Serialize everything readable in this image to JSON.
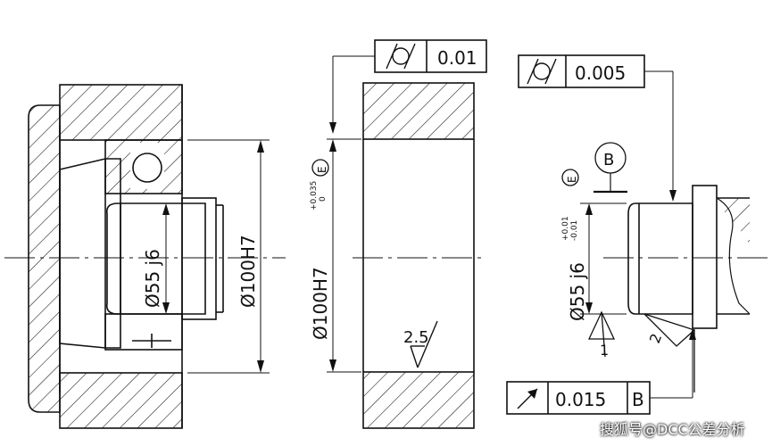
{
  "views": {
    "assembly": {
      "housing_dim": "Ø100H7",
      "shaft_dim": "Ø55 j6"
    },
    "housing": {
      "tolerance_frame": {
        "symbol": "cylindricity-icon",
        "value": "0.01"
      },
      "bore_dim": "Ø100H7",
      "tol_upper": "+0.035",
      "tol_lower": "0",
      "envelope": "E",
      "roughness": "2.5"
    },
    "shaft": {
      "tolerance_frame": {
        "symbol": "cylindricity-icon",
        "value": "0.005"
      },
      "datum_letter": "B",
      "shaft_dim": "Ø55 j6",
      "tol_upper": "+0.01",
      "tol_lower": "-0.01",
      "envelope": "E",
      "runout_frame": {
        "symbol": "circular-runout-icon",
        "value": "0.015",
        "datum": "B"
      },
      "leader_1": "1",
      "leader_2": "2"
    }
  },
  "watermark": "搜狐号@DCC公差分析",
  "colors": {
    "line": "#111111",
    "background": "#ffffff"
  }
}
